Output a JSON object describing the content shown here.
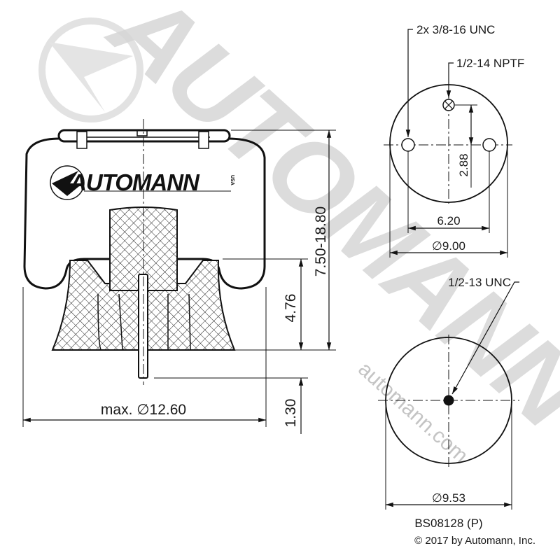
{
  "watermark": {
    "brand": "AUTOMANN",
    "url": "automann.com"
  },
  "logo": {
    "text": "AUTOMANN",
    "suffix": "USA"
  },
  "side_view": {
    "height_range": "7.50-18.80",
    "piston_height": "4.76",
    "stud_length": "1.30",
    "max_diameter": "max. ∅12.60"
  },
  "top_view": {
    "bolt_label": "2x 3/8-16 UNC",
    "air_fitting_label": "1/2-14 NPTF",
    "fitting_offset": "2.88",
    "bolt_spacing": "6.20",
    "diameter": "∅9.00"
  },
  "bottom_view": {
    "thread_label": "1/2-13 UNC",
    "diameter": "∅9.53"
  },
  "part_number": "BS08128 (P)",
  "copyright": "© 2017 by Automann, Inc.",
  "colors": {
    "line": "#111111",
    "watermark": "#d8d8d8"
  }
}
